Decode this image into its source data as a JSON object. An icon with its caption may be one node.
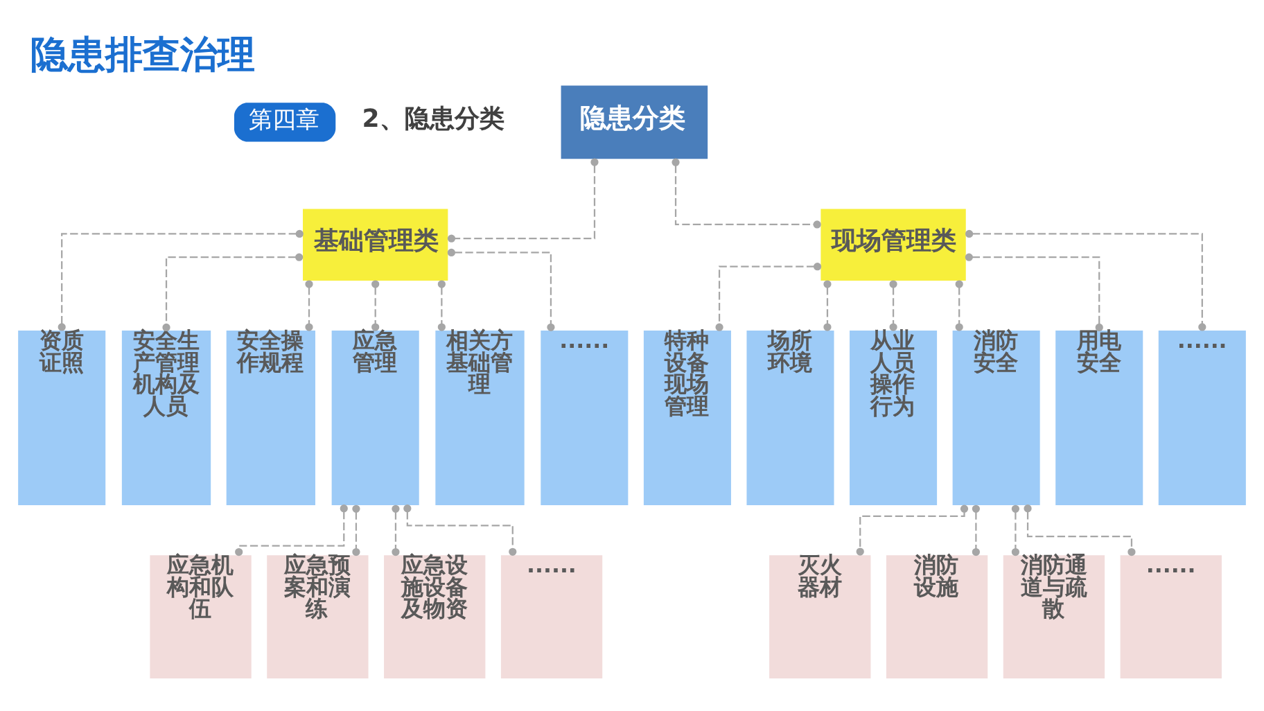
{
  "diagram": {
    "title": "隐患排查治理",
    "nodes": [
      {
        "text": [
          "隐患分类"
        ]
      },
      {
        "text": [
          "基础管理类"
        ]
      },
      {
        "text": [
          "现场管理类"
        ]
      },
      {
        "text": [
          "资质证照"
        ]
      },
      {
        "text": [
          "安全生产管理机构及人员"
        ]
      },
      {
        "text": [
          "安全操作规程"
        ]
      },
      {
        "text": [
          "应急管理"
        ]
      },
      {
        "text": [
          "相关方基础管理"
        ]
      },
      {
        "text": [
          "......"
        ]
      },
      {
        "text": [
          "特种设备现场管理"
        ]
      },
      {
        "text": [
          "场所环境"
        ]
      },
      {
        "text": [
          "从业人员操作行为"
        ]
      },
      {
        "text": [
          "消防安全"
        ]
      },
      {
        "text": [
          "用电安全"
        ]
      },
      {
        "text": [
          "......"
        ]
      },
      {
        "text": [
          "应急机构和队伍"
        ]
      },
      {
        "text": [
          "应急预案和演练"
        ]
      },
      {
        "text": [
          "应急设施设备及物资"
        ]
      },
      {
        "text": [
          "......"
        ]
      },
      {
        "text": [
          "灭火器材"
        ]
      },
      {
        "text": [
          "消防设施"
        ]
      },
      {
        "text": [
          "消防通道与疏散"
        ]
      },
      {
        "text": [
          "......"
        ]
      }
    ],
    "edges": [
      {
        "from": 0,
        "to": 1,
        "arrow": "other",
        "style": "dashed"
      },
      {
        "from": 0,
        "to": 2,
        "arrow": "other",
        "style": "dashed"
      },
      {
        "from": 1,
        "to": 3,
        "arrow": "other",
        "style": "dashed"
      },
      {
        "from": 1,
        "to": 4,
        "arrow": "other",
        "style": "dashed"
      },
      {
        "from": 1,
        "to": 5,
        "arrow": "other",
        "style": "dashed"
      },
      {
        "from": 1,
        "to": 6,
        "arrow": "other",
        "style": "dashed"
      },
      {
        "from": 1,
        "to": 7,
        "arrow": "other",
        "style": "dashed"
      },
      {
        "from": 1,
        "to": 8,
        "arrow": "other",
        "style": "dashed"
      },
      {
        "from": 2,
        "to": 9,
        "arrow": "other",
        "style": "dashed"
      },
      {
        "from": 2,
        "to": 10,
        "arrow": "other",
        "style": "dashed"
      },
      {
        "from": 2,
        "to": 11,
        "arrow": "other",
        "style": "dashed"
      },
      {
        "from": 2,
        "to": 12,
        "arrow": "other",
        "style": "dashed"
      },
      {
        "from": 2,
        "to": 13,
        "arrow": "other",
        "style": "dashed"
      },
      {
        "from": 2,
        "to": 14,
        "arrow": "other",
        "style": "dashed"
      },
      {
        "from": 6,
        "to": 15,
        "arrow": "other",
        "style": "dashed"
      },
      {
        "from": 6,
        "to": 16,
        "arrow": "other",
        "style": "dashed"
      },
      {
        "from": 6,
        "to": 17,
        "arrow": "other",
        "style": "dashed"
      },
      {
        "from": 6,
        "to": 18,
        "arrow": "other",
        "style": "dashed"
      },
      {
        "from": 12,
        "to": 19,
        "arrow": "other",
        "style": "dashed"
      },
      {
        "from": 12,
        "to": 20,
        "arrow": "other",
        "style": "dashed"
      },
      {
        "from": 12,
        "to": 21,
        "arrow": "other",
        "style": "dashed"
      },
      {
        "from": 12,
        "to": 22,
        "arrow": "other",
        "style": "dashed"
      }
    ],
    "labels": [
      "第四章",
      "2、隐患分类"
    ]
  }
}
